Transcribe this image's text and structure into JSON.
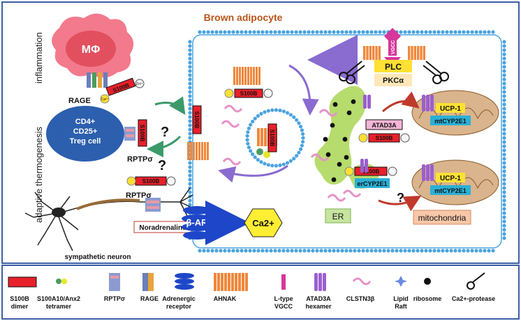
{
  "title": "Brown adipocyte",
  "side_labels": {
    "inflammation": "inflammation",
    "adaptive": "adaptive thermogenesis"
  },
  "cells": {
    "macrophage": "MΦ",
    "treg": [
      "CD4+",
      "CD25+",
      "Treg cell"
    ],
    "neuron": "sympathetic neuron"
  },
  "labels": {
    "rage": "RAGE",
    "rptp1": "RPTPσ",
    "rptp2": "RPTPσ",
    "noradrenaline": "Noradrenaline",
    "beta_ar": "β-AR",
    "ca2": "Ca2+",
    "er": "ER",
    "mitochondria": "mitochondria",
    "plc": "PLC",
    "pkc": "PKCα",
    "vgcc": "VGCC",
    "atad3a": "ATAD3A",
    "ercyp": "erCYP2E1",
    "ucp1": "UCP-1",
    "mtcyp": "mtCYP2E1",
    "s100b": "S100B",
    "ca": "Ca²⁺",
    "zn": "Zn²⁺",
    "question": "?"
  },
  "legend": [
    {
      "icon": "s100b",
      "label": "S100B\ndimer"
    },
    {
      "icon": "s100a10",
      "label": "S100A10/Anx2\ntetramer"
    },
    {
      "icon": "rptp",
      "label": "RPTPσ"
    },
    {
      "icon": "rage",
      "label": "RAGE"
    },
    {
      "icon": "adrenergic",
      "label": "Adrenergic\nreceptor"
    },
    {
      "icon": "ahnak",
      "label": "AHNAK"
    },
    {
      "icon": "vgcc",
      "label": "L-type\nVGCC"
    },
    {
      "icon": "atad3a",
      "label": "ATAD3A\nhexamer"
    },
    {
      "icon": "clstn",
      "label": "CLSTN3β"
    },
    {
      "icon": "raft",
      "label": "Lipid\nRaft"
    },
    {
      "icon": "ribosome",
      "label": "ribosome"
    },
    {
      "icon": "protease",
      "label": "Ca2+-protease"
    }
  ],
  "colors": {
    "membrane": "#4aa3df",
    "s100b": "#e8202a",
    "ahnak": "#f0883c",
    "er": "#b7dc6e",
    "mito": "#d9b48c",
    "ucp": "#ffe033",
    "mtcyp": "#2ab0d6",
    "beta": "#1e46c8",
    "title": "#b8551a"
  }
}
